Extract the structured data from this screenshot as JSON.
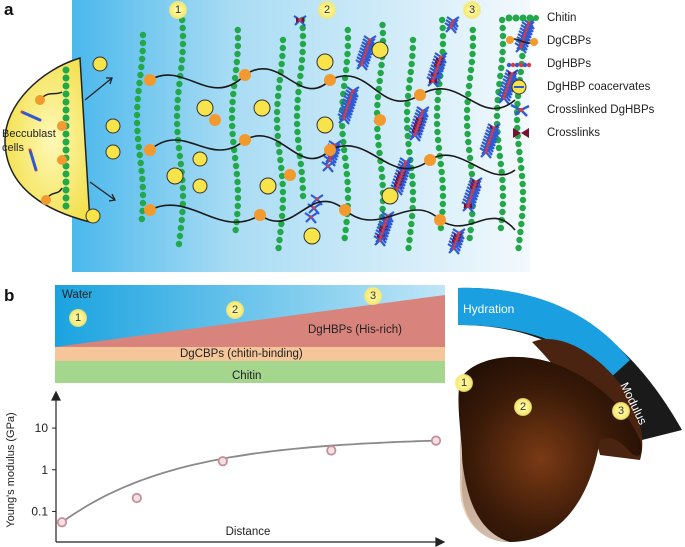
{
  "panel_a": {
    "label": "a",
    "stages": [
      "1",
      "2",
      "3"
    ],
    "cell_label_line1": "Beccublast",
    "cell_label_line2": "cells",
    "legend": [
      {
        "key": "chitin",
        "label": "Chitin"
      },
      {
        "key": "dgcbps",
        "label": "DgCBPs"
      },
      {
        "key": "dghbps",
        "label": "DgHBPs"
      },
      {
        "key": "coacervates",
        "label": "DgHBP coacervates"
      },
      {
        "key": "crosslinked",
        "label": "Crosslinked DgHBPs"
      },
      {
        "key": "crosslinks",
        "label": "Crosslinks"
      }
    ]
  },
  "panel_b": {
    "label": "b",
    "layers": {
      "water": "Water",
      "dghbps": "DgHBPs (His-rich)",
      "dgcbps": "DgCBPs (chitin-binding)",
      "chitin": "Chitin"
    },
    "stages": [
      "1",
      "2",
      "3"
    ],
    "beak": {
      "hydration": "Hydration",
      "modulus": "Modulus",
      "stages": [
        "1",
        "2",
        "3"
      ]
    },
    "colors": {
      "water": "#1aa3e0",
      "dghbps": "#d9837d",
      "dgcbps": "#f6c69b",
      "chitin": "#a4d68e",
      "hydration_band": "#1a9fe0",
      "modulus_band": "#1a1a1a"
    }
  },
  "chart_data": {
    "type": "scatter",
    "ylabel": "Young's modulus (GPa)",
    "xlabel": "Distance",
    "y_scale": "log",
    "y_ticks": [
      "0.1",
      "1",
      "10"
    ],
    "points": [
      {
        "x": 0.0,
        "y": 0.055
      },
      {
        "x": 0.2,
        "y": 0.21
      },
      {
        "x": 0.43,
        "y": 1.6
      },
      {
        "x": 0.72,
        "y": 2.9
      },
      {
        "x": 1.0,
        "y": 5.0
      }
    ],
    "fit_curve": true,
    "point_color": "#c6909a",
    "curve_color": "#8a8a8a"
  }
}
